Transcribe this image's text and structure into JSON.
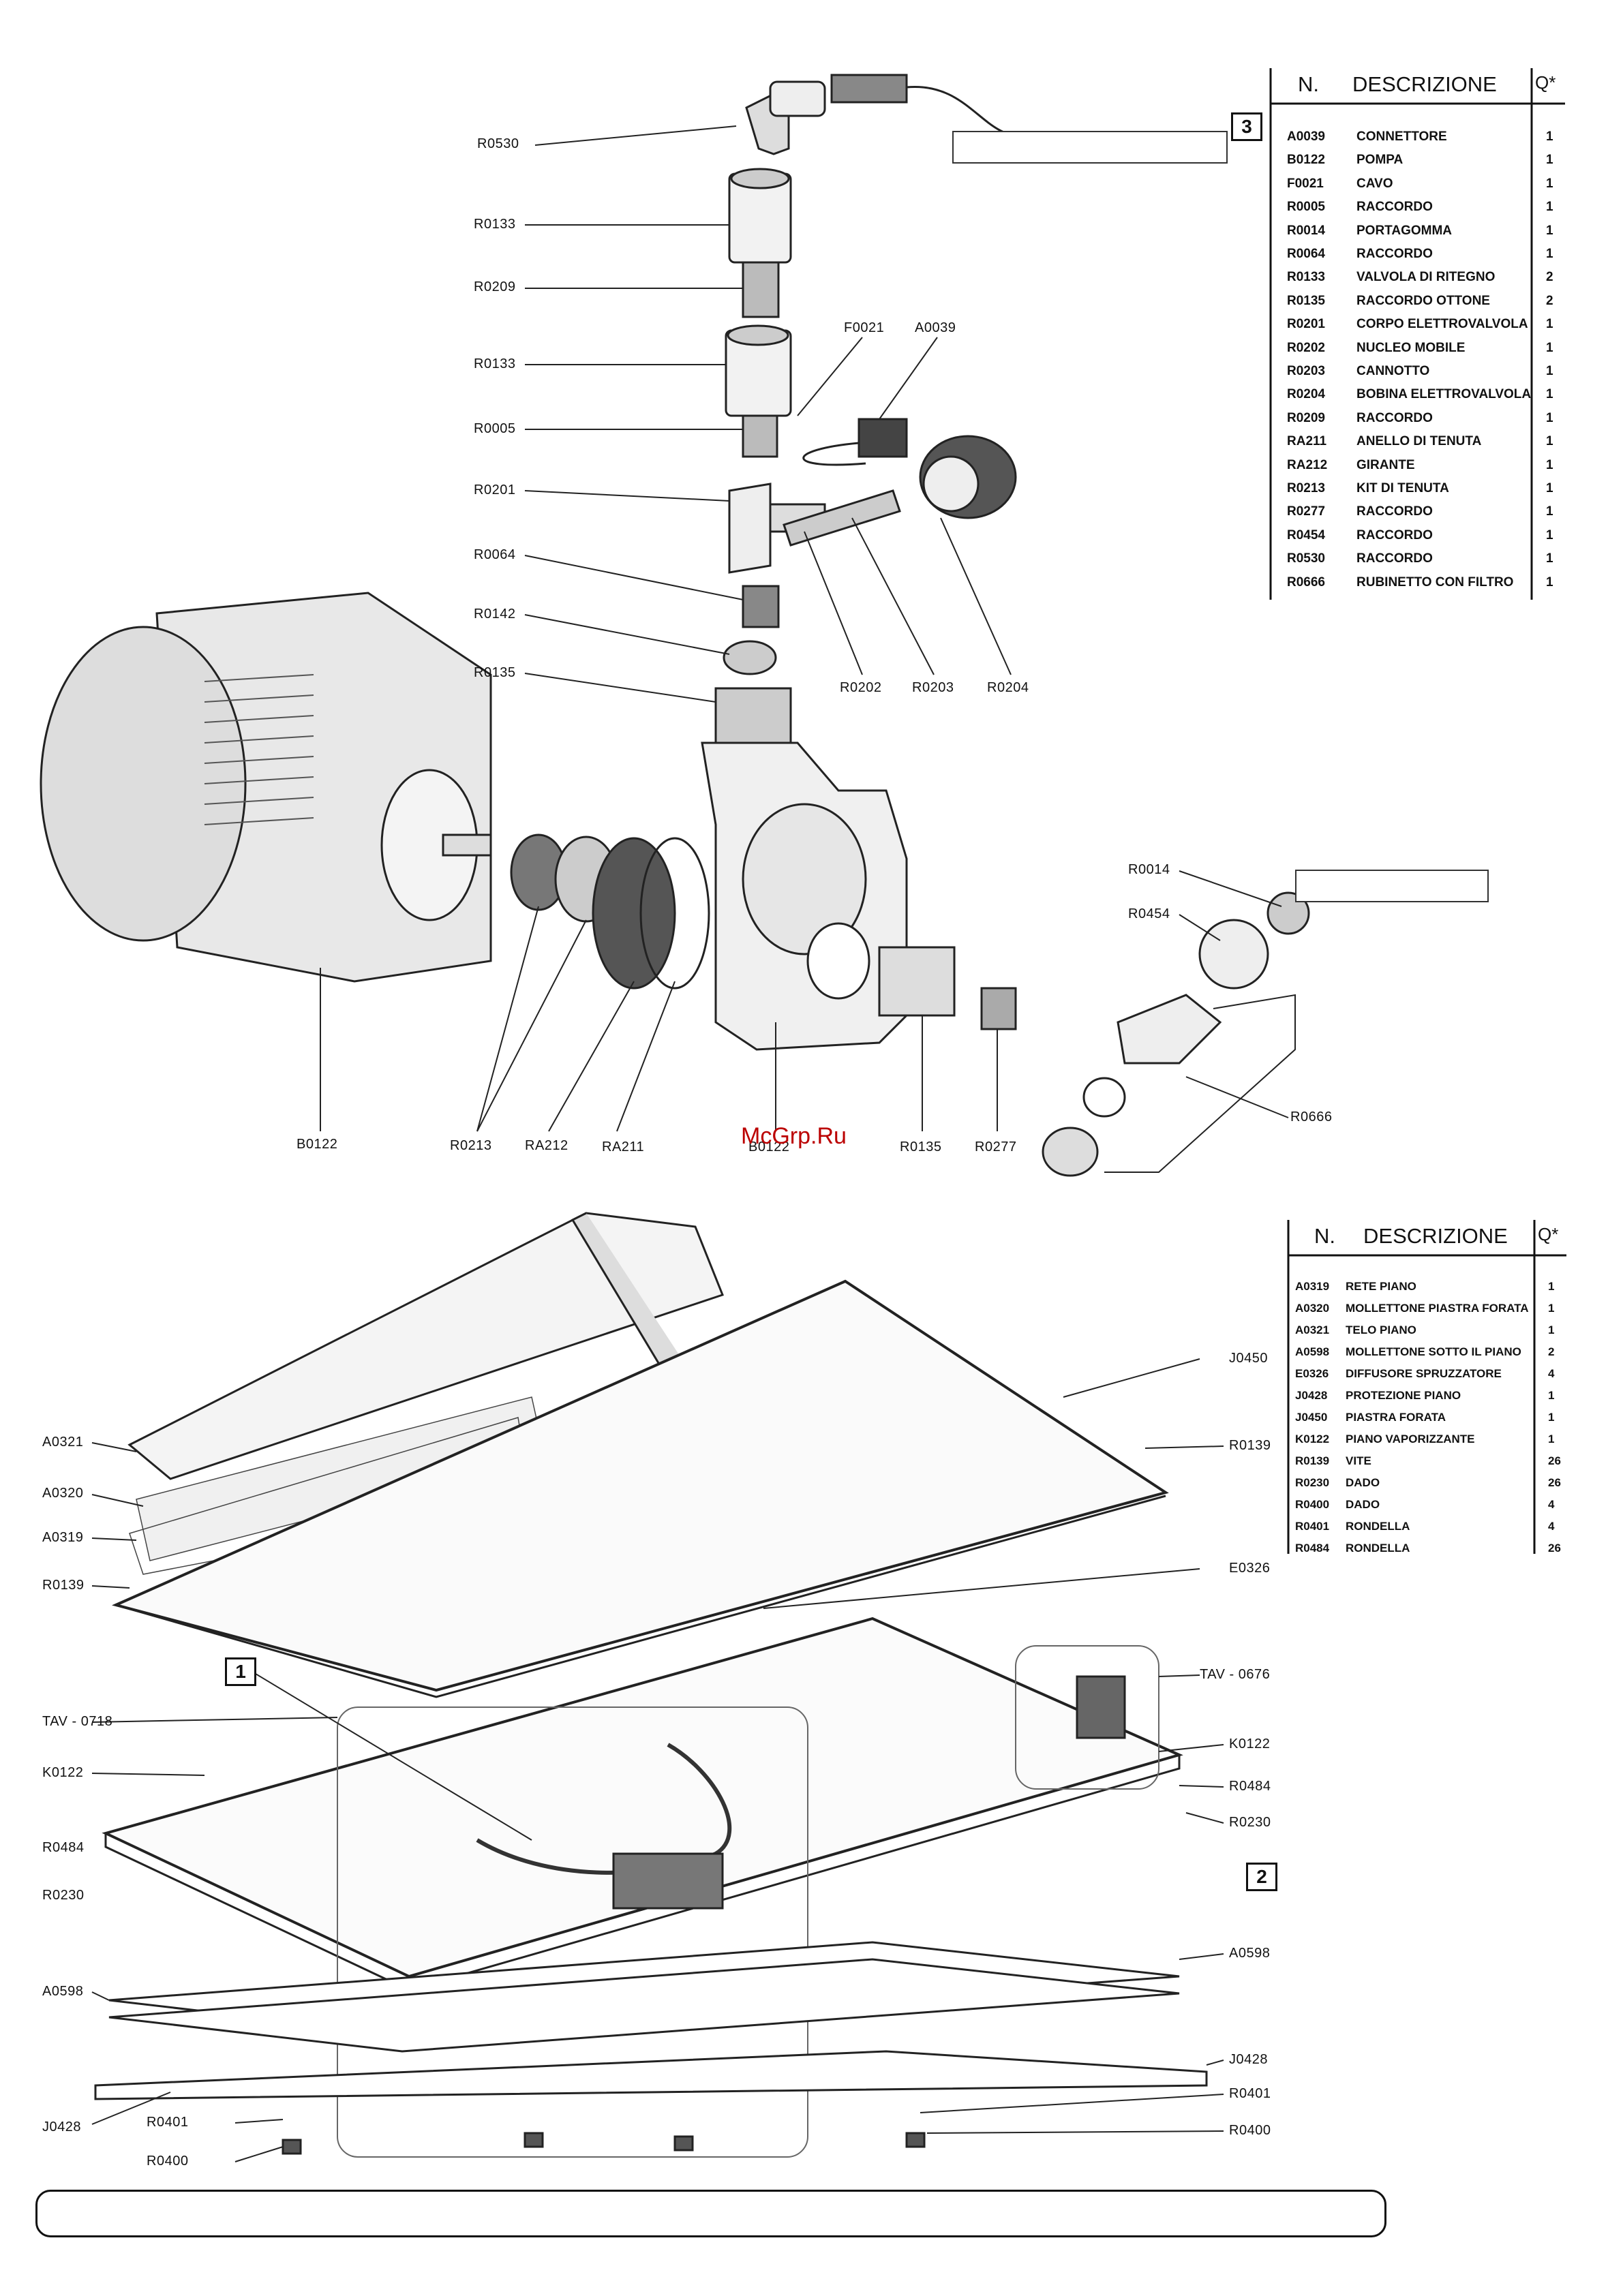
{
  "watermark": "McGrp.Ru",
  "table1": {
    "headers": {
      "n": "N.",
      "desc": "DESCRIZIONE",
      "q": "Q*"
    },
    "rows": [
      {
        "n": "A0039",
        "d": "CONNETTORE",
        "q": "1"
      },
      {
        "n": "B0122",
        "d": "POMPA",
        "q": "1"
      },
      {
        "n": "F0021",
        "d": "CAVO",
        "q": "1"
      },
      {
        "n": "R0005",
        "d": "RACCORDO",
        "q": "1"
      },
      {
        "n": "R0014",
        "d": "PORTAGOMMA",
        "q": "1"
      },
      {
        "n": "R0064",
        "d": "RACCORDO",
        "q": "1"
      },
      {
        "n": "R0133",
        "d": "VALVOLA DI RITEGNO",
        "q": "2"
      },
      {
        "n": "R0135",
        "d": "RACCORDO OTTONE",
        "q": "2"
      },
      {
        "n": "R0201",
        "d": "CORPO ELETTROVALVOLA",
        "q": "1"
      },
      {
        "n": "R0202",
        "d": "NUCLEO MOBILE",
        "q": "1"
      },
      {
        "n": "R0203",
        "d": "CANNOTTO",
        "q": "1"
      },
      {
        "n": "R0204",
        "d": "BOBINA ELETTROVALVOLA",
        "q": "1"
      },
      {
        "n": "R0209",
        "d": "RACCORDO",
        "q": "1"
      },
      {
        "n": "RA211",
        "d": "ANELLO DI TENUTA",
        "q": "1"
      },
      {
        "n": "RA212",
        "d": "GIRANTE",
        "q": "1"
      },
      {
        "n": "R0213",
        "d": "KIT DI TENUTA",
        "q": "1"
      },
      {
        "n": "R0277",
        "d": "RACCORDO",
        "q": "1"
      },
      {
        "n": "R0454",
        "d": "RACCORDO",
        "q": "1"
      },
      {
        "n": "R0530",
        "d": "RACCORDO",
        "q": "1"
      },
      {
        "n": "R0666",
        "d": "RUBINETTO CON FILTRO",
        "q": "1"
      }
    ]
  },
  "table2": {
    "headers": {
      "n": "N.",
      "desc": "DESCRIZIONE",
      "q": "Q*"
    },
    "rows": [
      {
        "n": "A0319",
        "d": "RETE PIANO",
        "q": "1"
      },
      {
        "n": "A0320",
        "d": "MOLLETTONE PIASTRA FORATA",
        "q": "1"
      },
      {
        "n": "A0321",
        "d": "TELO PIANO",
        "q": "1"
      },
      {
        "n": "A0598",
        "d": "MOLLETTONE SOTTO IL PIANO",
        "q": "2"
      },
      {
        "n": "E0326",
        "d": "DIFFUSORE SPRUZZATORE",
        "q": "4"
      },
      {
        "n": "J0428",
        "d": "PROTEZIONE PIANO",
        "q": "1"
      },
      {
        "n": "J0450",
        "d": "PIASTRA FORATA",
        "q": "1"
      },
      {
        "n": "K0122",
        "d": "PIANO VAPORIZZANTE",
        "q": "1"
      },
      {
        "n": "R0139",
        "d": "VITE",
        "q": "26"
      },
      {
        "n": "R0230",
        "d": "DADO",
        "q": "26"
      },
      {
        "n": "R0400",
        "d": "DADO",
        "q": "4"
      },
      {
        "n": "R0401",
        "d": "RONDELLA",
        "q": "4"
      },
      {
        "n": "R0484",
        "d": "RONDELLA",
        "q": "26"
      }
    ]
  },
  "callouts_top": [
    {
      "id": "R0530",
      "t": "R0530"
    },
    {
      "id": "R0133a",
      "t": "R0133"
    },
    {
      "id": "R0209",
      "t": "R0209"
    },
    {
      "id": "R0133b",
      "t": "R0133"
    },
    {
      "id": "R0005",
      "t": "R0005"
    },
    {
      "id": "R0201",
      "t": "R0201"
    },
    {
      "id": "R0064",
      "t": "R0064"
    },
    {
      "id": "R0142",
      "t": "R0142"
    },
    {
      "id": "R0135a",
      "t": "R0135"
    },
    {
      "id": "F0021",
      "t": "F0021"
    },
    {
      "id": "A0039",
      "t": "A0039"
    },
    {
      "id": "R0202",
      "t": "R0202"
    },
    {
      "id": "R0203",
      "t": "R0203"
    },
    {
      "id": "R0204",
      "t": "R0204"
    },
    {
      "id": "R0014",
      "t": "R0014"
    },
    {
      "id": "R0454",
      "t": "R0454"
    },
    {
      "id": "R0666",
      "t": "R0666"
    },
    {
      "id": "B0122a",
      "t": "B0122"
    },
    {
      "id": "R0213",
      "t": "R0213"
    },
    {
      "id": "RA212",
      "t": "RA212"
    },
    {
      "id": "RA211",
      "t": "RA211"
    },
    {
      "id": "B0122b",
      "t": "B0122"
    },
    {
      "id": "R0135b",
      "t": "R0135"
    },
    {
      "id": "R0277",
      "t": "R0277"
    }
  ],
  "callouts_bottom": [
    {
      "id": "A0321",
      "t": "A0321"
    },
    {
      "id": "A0320",
      "t": "A0320"
    },
    {
      "id": "A0319",
      "t": "A0319"
    },
    {
      "id": "R0139a",
      "t": "R0139"
    },
    {
      "id": "J0450",
      "t": "J0450"
    },
    {
      "id": "R0139b",
      "t": "R0139"
    },
    {
      "id": "E0326",
      "t": "E0326"
    },
    {
      "id": "TAV0718",
      "t": "TAV - 0718"
    },
    {
      "id": "K0122a",
      "t": "K0122"
    },
    {
      "id": "TAV0676",
      "t": "TAV - 0676"
    },
    {
      "id": "K0122b",
      "t": "K0122"
    },
    {
      "id": "R0484a",
      "t": "R0484"
    },
    {
      "id": "R0230a",
      "t": "R0230"
    },
    {
      "id": "R0484b",
      "t": "R0484"
    },
    {
      "id": "R0230b",
      "t": "R0230"
    },
    {
      "id": "A0598a",
      "t": "A0598"
    },
    {
      "id": "A0598b",
      "t": "A0598"
    },
    {
      "id": "J0428a",
      "t": "J0428"
    },
    {
      "id": "J0428b",
      "t": "J0428"
    },
    {
      "id": "R0401a",
      "t": "R0401"
    },
    {
      "id": "R0401b",
      "t": "R0401"
    },
    {
      "id": "R0400a",
      "t": "R0400"
    },
    {
      "id": "R0400b",
      "t": "R0400"
    }
  ],
  "markers": {
    "m1": "1",
    "m2": "2",
    "m3": "3"
  }
}
